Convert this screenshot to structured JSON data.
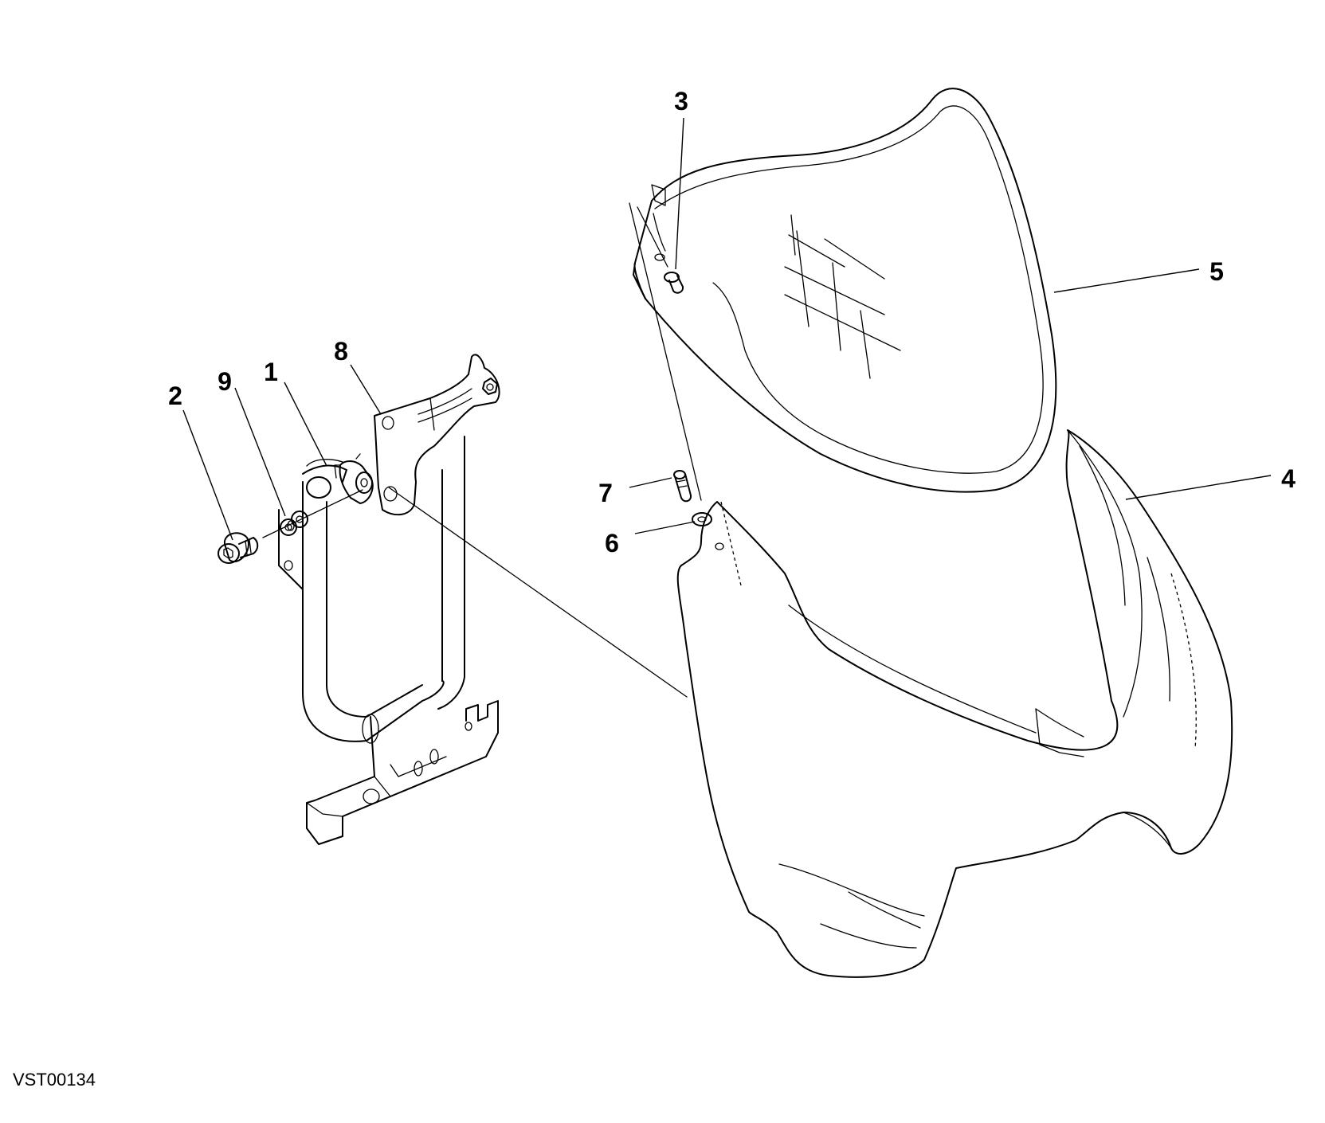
{
  "diagram": {
    "drawing_code": "VST00134",
    "callouts": [
      {
        "id": "c1",
        "label": "1"
      },
      {
        "id": "c2",
        "label": "2"
      },
      {
        "id": "c3",
        "label": "3"
      },
      {
        "id": "c4",
        "label": "4"
      },
      {
        "id": "c5",
        "label": "5"
      },
      {
        "id": "c6",
        "label": "6"
      },
      {
        "id": "c7",
        "label": "7"
      },
      {
        "id": "c8",
        "label": "8"
      },
      {
        "id": "c9",
        "label": "9"
      }
    ]
  }
}
